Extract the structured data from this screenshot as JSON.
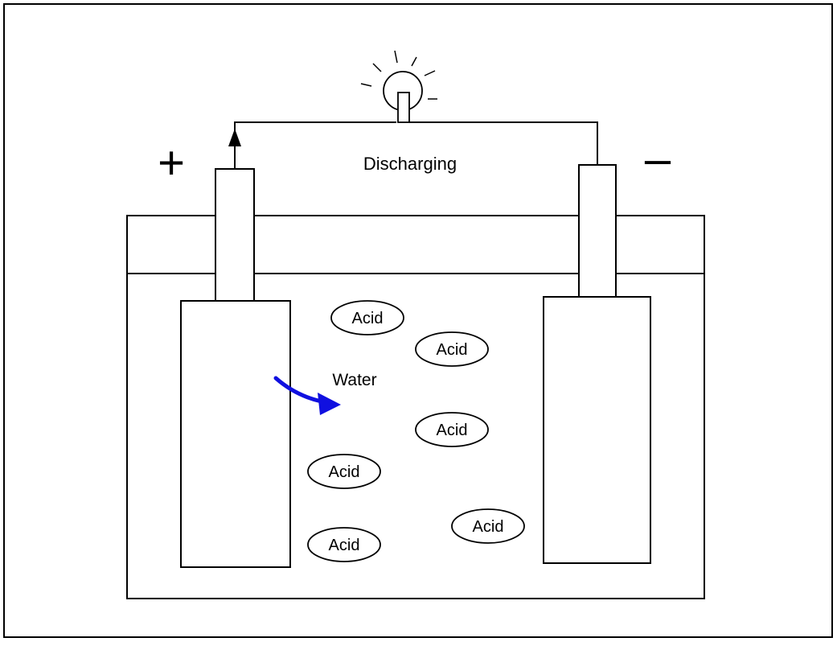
{
  "diagram": {
    "title": "Discharging",
    "positive_symbol": "+",
    "negative_symbol": "–",
    "water_label": "Water",
    "acid_labels": [
      "Acid",
      "Acid",
      "Acid",
      "Acid",
      "Acid",
      "Acid"
    ],
    "colors": {
      "line": "#000000",
      "water_arrow": "#1010e0",
      "background": "#ffffff"
    },
    "icons": [
      "light-bulb-icon",
      "current-arrow-icon",
      "water-flow-arrow-icon"
    ]
  }
}
